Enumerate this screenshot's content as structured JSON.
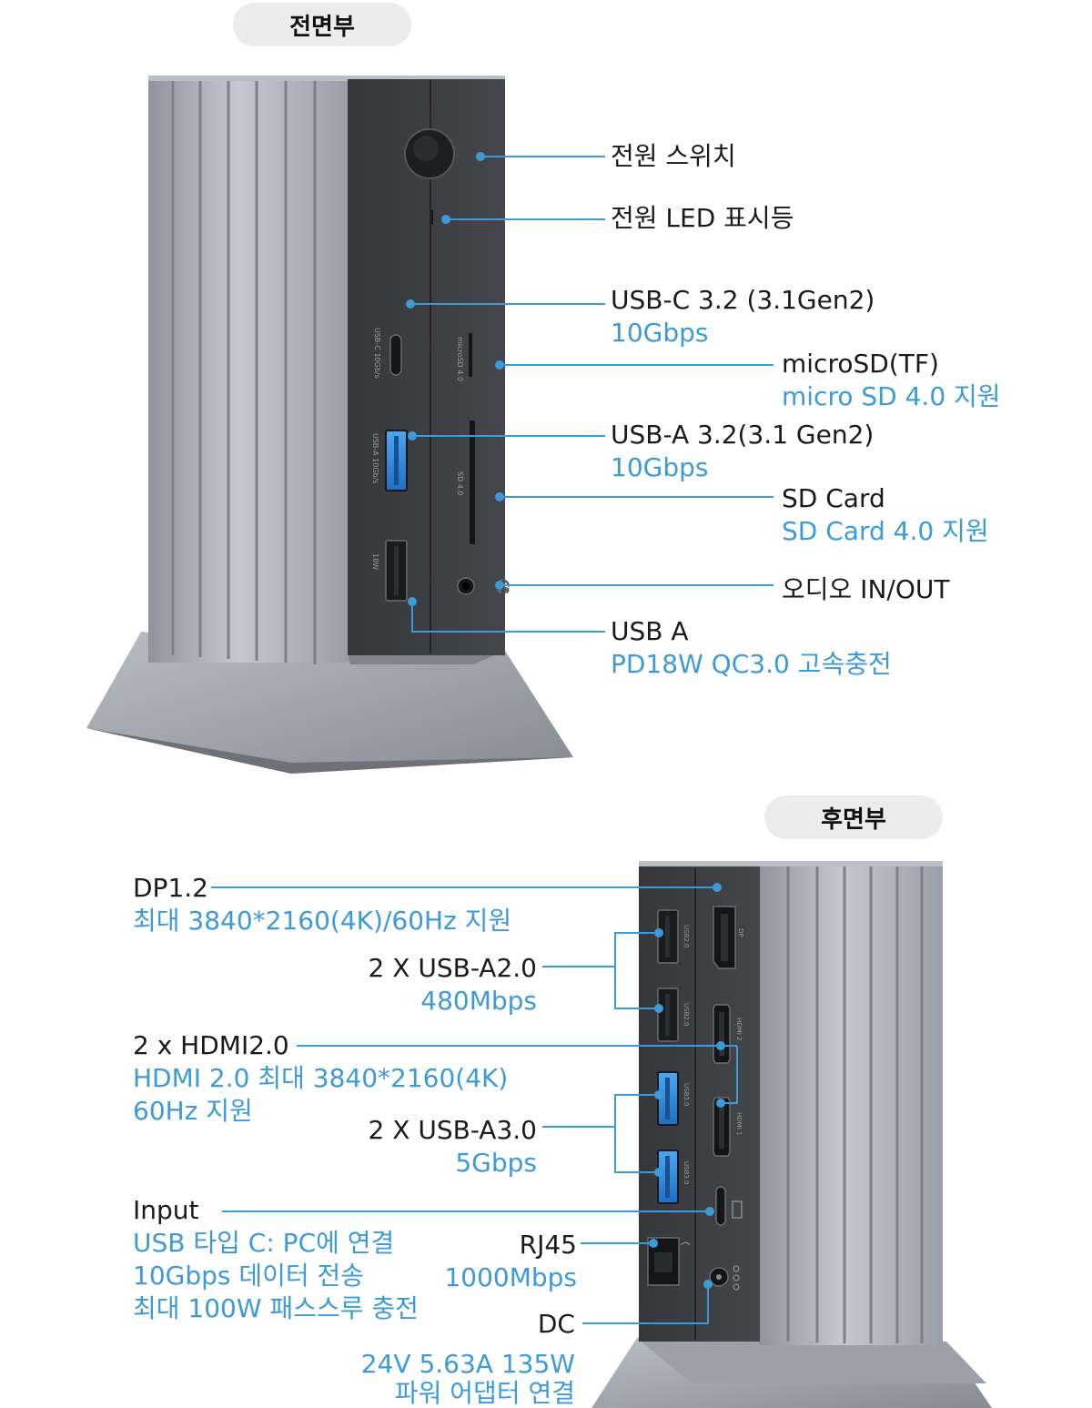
{
  "front": {
    "section_title": "전면부",
    "device_labels": {
      "usbc_port": "USB-C 10Gb/s",
      "micro_slot": "microSD 4.0",
      "usba_port": "USB-A 10Gb/s",
      "sd_slot": "SD 4.0",
      "charge_port": "18W"
    },
    "callouts": [
      {
        "title": "전원 스위치"
      },
      {
        "title": "전원 LED 표시등"
      },
      {
        "title": "USB-C 3.2 (3.1Gen2)",
        "sub": "10Gbps"
      },
      {
        "title": "microSD(TF)",
        "sub": "micro SD 4.0 지원"
      },
      {
        "title": "USB-A 3.2(3.1 Gen2)",
        "sub": "10Gbps"
      },
      {
        "title": "SD Card",
        "sub": "SD Card 4.0 지원"
      },
      {
        "title": "오디오 IN/OUT"
      },
      {
        "title": "USB A",
        "sub": "PD18W QC3.0 고속충전"
      }
    ]
  },
  "rear": {
    "section_title": "후면부",
    "device_labels": {
      "usb2_a": "USB2.0",
      "usb2_b": "USB2.0",
      "usb3_a": "USB3.0",
      "usb3_b": "USB3.0",
      "dp": "DP",
      "hdmi2": "HDMI 2",
      "hdmi1": "HDMI 1"
    },
    "callouts": {
      "dp": {
        "title": "DP1.2",
        "sub": "최대 3840*2160(4K)/60Hz 지원"
      },
      "usb2": {
        "title": "2 X USB-A2.0",
        "sub": "480Mbps"
      },
      "hdmi": {
        "title": "2 x HDMI2.0",
        "sub1": "HDMI 2.0 최대 3840*2160(4K)",
        "sub2": "60Hz 지원"
      },
      "usb3": {
        "title": "2 X USB-A3.0",
        "sub": "5Gbps"
      },
      "input": {
        "title": "Input",
        "sub1": "USB 타입 C: PC에 연결",
        "sub2": "10Gbps 데이터 전송",
        "sub3": "최대 100W 패스스루 충전"
      },
      "rj45": {
        "title": "RJ45",
        "sub": "1000Mbps"
      },
      "dc": {
        "title": "DC",
        "sub1": "24V 5.63A 135W",
        "sub2": "파워 어댑터 연결"
      }
    }
  },
  "colors": {
    "accent": "#3c9ad8",
    "body": "#a9adb6",
    "panel": "#3d3e42"
  }
}
